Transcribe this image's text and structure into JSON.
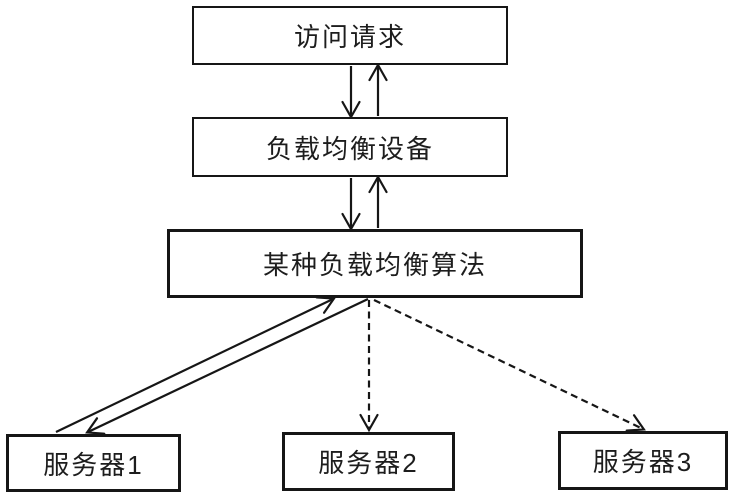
{
  "diagram": {
    "type": "flowchart",
    "background": "#ffffff",
    "line_color": "#161616",
    "nodes": {
      "access_request": {
        "label": "访问请求"
      },
      "load_balancer": {
        "label": "负载均衡设备"
      },
      "algorithm": {
        "label": "某种负载均衡算法"
      },
      "server1": {
        "label": "服务器1"
      },
      "server2": {
        "label": "服务器2"
      },
      "server3": {
        "label": "服务器3"
      }
    },
    "edges": [
      {
        "from": "访问请求",
        "to": "负载均衡设备",
        "style": "solid",
        "bidirectional": true
      },
      {
        "from": "负载均衡设备",
        "to": "某种负载均衡算法",
        "style": "solid",
        "bidirectional": true
      },
      {
        "from": "某种负载均衡算法",
        "to": "服务器1",
        "style": "solid",
        "bidirectional": true
      },
      {
        "from": "某种负载均衡算法",
        "to": "服务器2",
        "style": "dashed",
        "bidirectional": false
      },
      {
        "from": "某种负载均衡算法",
        "to": "服务器3",
        "style": "dashed",
        "bidirectional": false
      }
    ]
  }
}
